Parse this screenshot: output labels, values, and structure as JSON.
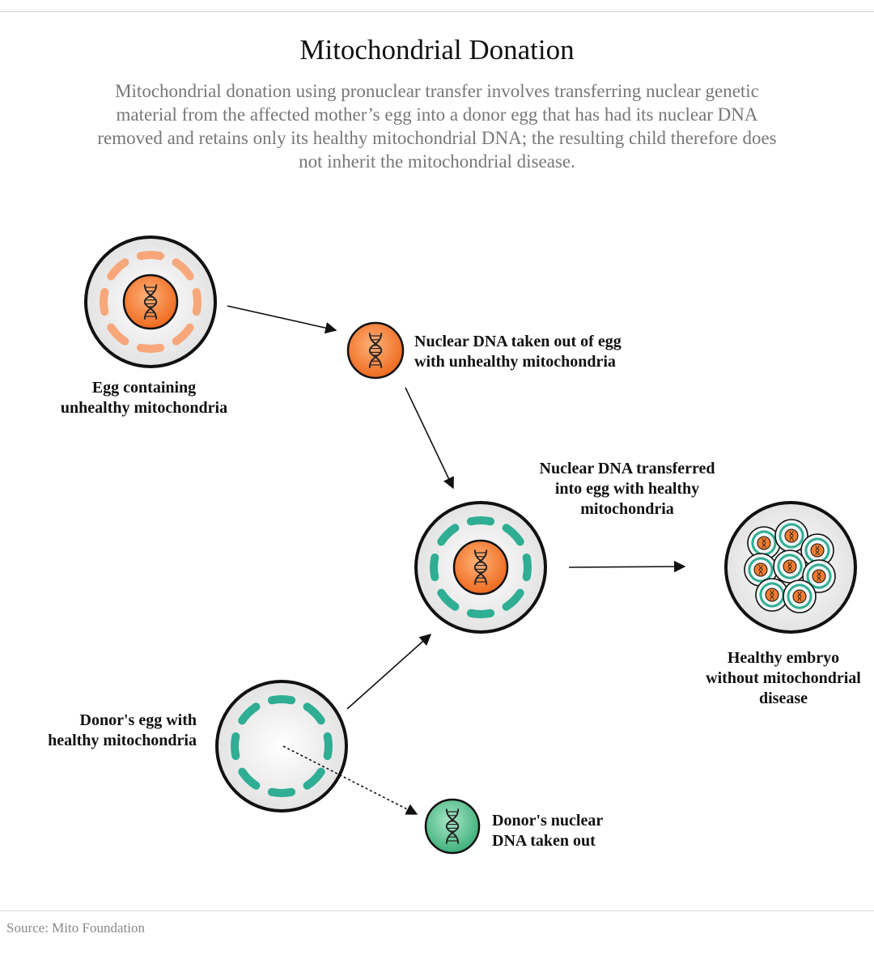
{
  "title": "Mitochondrial Donation",
  "subtitle": "Mitochondrial donation using pronuclear transfer involves transferring nuclear genetic material from the affected mother’s egg into a donor egg that has had its nuclear DNA removed and retains only its healthy mitochondrial DNA; the resulting child therefore does not inherit the mitochondrial disease.",
  "labels": {
    "egg_unhealthy": [
      "Egg containing",
      "unhealthy mitochondria"
    ],
    "nuclear_removed": [
      "Nuclear DNA taken out of egg",
      "with unhealthy mitochondria"
    ],
    "nuclear_transferred": [
      "Nuclear DNA transferred",
      "into egg with healthy",
      "mitochondria"
    ],
    "healthy_embryo": [
      "Healthy embryo",
      "without mitochondrial",
      "disease"
    ],
    "donor_egg": [
      "Donor's egg with",
      "healthy mitochondria"
    ],
    "donor_nuclear": [
      "Donor's nuclear",
      "DNA taken out"
    ]
  },
  "source": "Source: Mito Foundation",
  "colors": {
    "unhealthy_mito": "#f7a77a",
    "healthy_mito": "#2fae94",
    "nucleus_orange": "#f27c2e",
    "nucleus_green": "#4fc08d",
    "cell_fill": "#ececec",
    "outline": "#111111"
  },
  "icons": [
    "dna-helix-icon",
    "egg-cell-icon",
    "mitochondrion-icon",
    "arrow-icon"
  ]
}
